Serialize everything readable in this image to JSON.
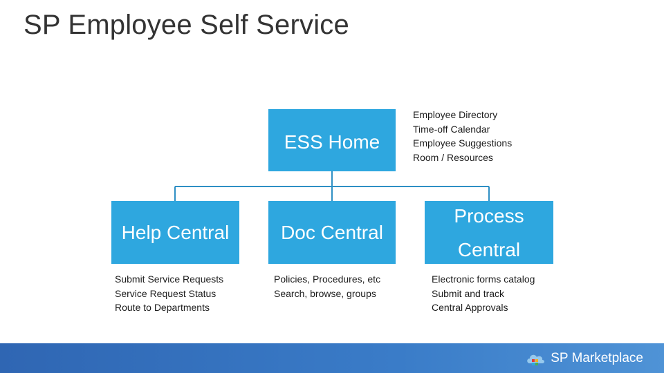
{
  "slide": {
    "title": "SP Employee Self Service"
  },
  "nodes": {
    "ess_home": {
      "label": "ESS Home",
      "notes": [
        "Employee Directory",
        "Time-off Calendar",
        "Employee Suggestions",
        "Room / Resources"
      ]
    },
    "help_central": {
      "label": "Help Central",
      "notes": [
        "Submit Service Requests",
        "Service Request Status",
        "Route to Departments"
      ]
    },
    "doc_central": {
      "label": "Doc Central",
      "notes": [
        "Policies, Procedures, etc",
        "Search, browse, groups"
      ]
    },
    "process_central": {
      "label_line1": "Process",
      "label_line2": "Central",
      "notes": [
        "Electronic forms catalog",
        "Submit and track",
        "Central Approvals"
      ]
    }
  },
  "footer": {
    "brand": "SP Marketplace"
  },
  "colors": {
    "box": "#2ea7df",
    "connector": "#2e8fc4",
    "footer": "#3a7cc8"
  },
  "icons": {
    "brand_logo": "cloud-squares-icon"
  }
}
